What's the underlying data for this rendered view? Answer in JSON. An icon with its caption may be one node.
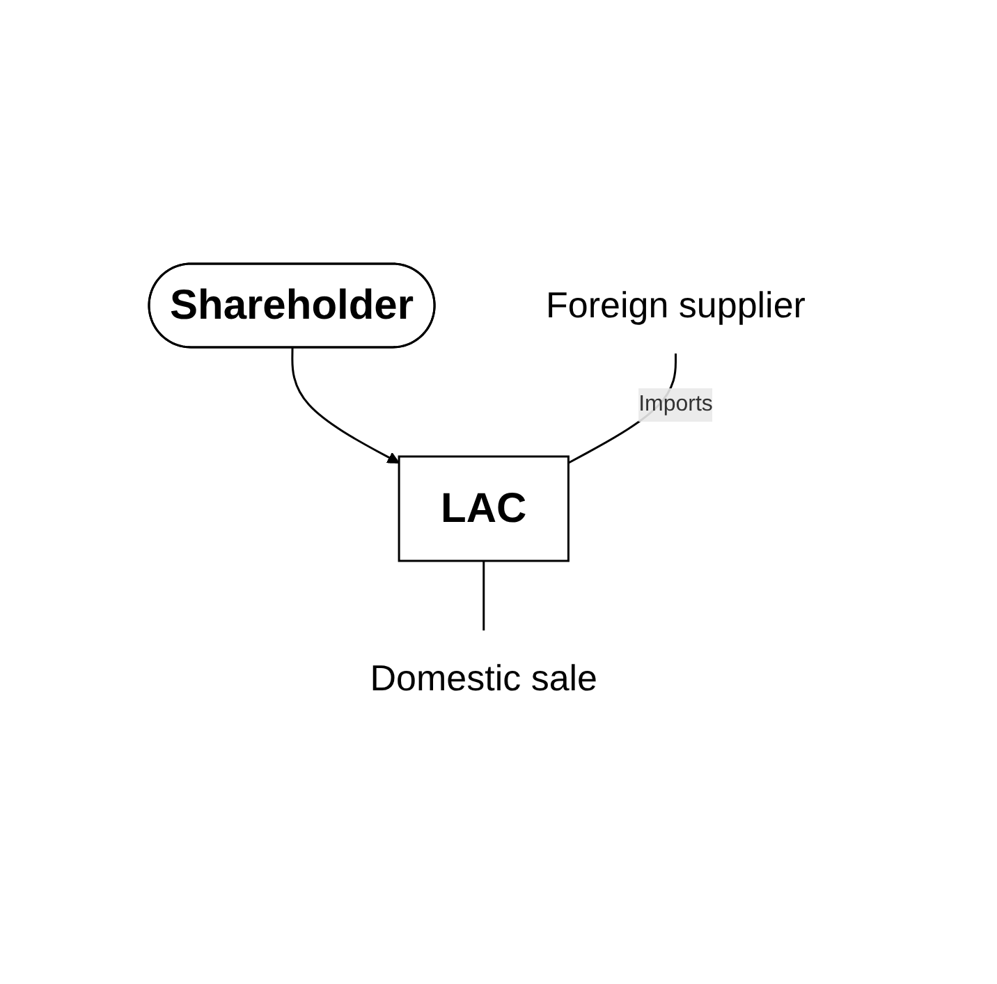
{
  "diagram": {
    "nodes": [
      {
        "text": [
          "Foreign supplier"
        ]
      },
      {
        "text": [
          "Shareholder"
        ]
      },
      {
        "text": [
          "LAC"
        ]
      },
      {
        "text": [
          "Domestic sale"
        ]
      }
    ],
    "edges": [
      {
        "from": 1,
        "to": 2,
        "arrow": "to"
      },
      {
        "from": 0,
        "to": 2,
        "arrow": "none",
        "label": "Imports"
      },
      {
        "from": 2,
        "to": 3,
        "arrow": "none"
      }
    ]
  }
}
